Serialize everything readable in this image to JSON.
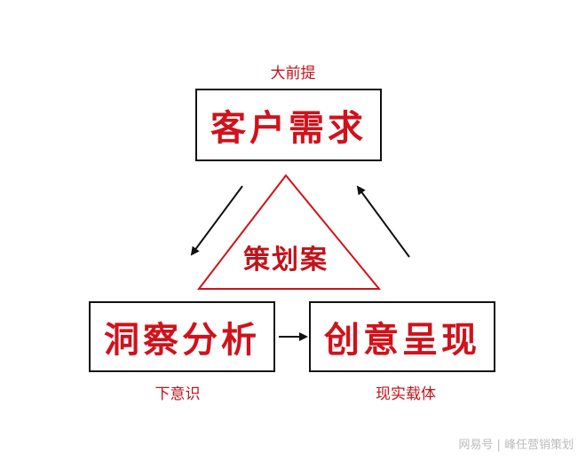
{
  "top": {
    "title": "客户需求",
    "caption": "大前提"
  },
  "left": {
    "title": "洞察分析",
    "caption": "下意识"
  },
  "right": {
    "title": "创意呈现",
    "caption": "现实载体"
  },
  "center": {
    "title": "策划案"
  },
  "watermark": "网易号 | 峰任营销策划",
  "colors": {
    "accent": "#d0121b",
    "line": "#111111"
  }
}
